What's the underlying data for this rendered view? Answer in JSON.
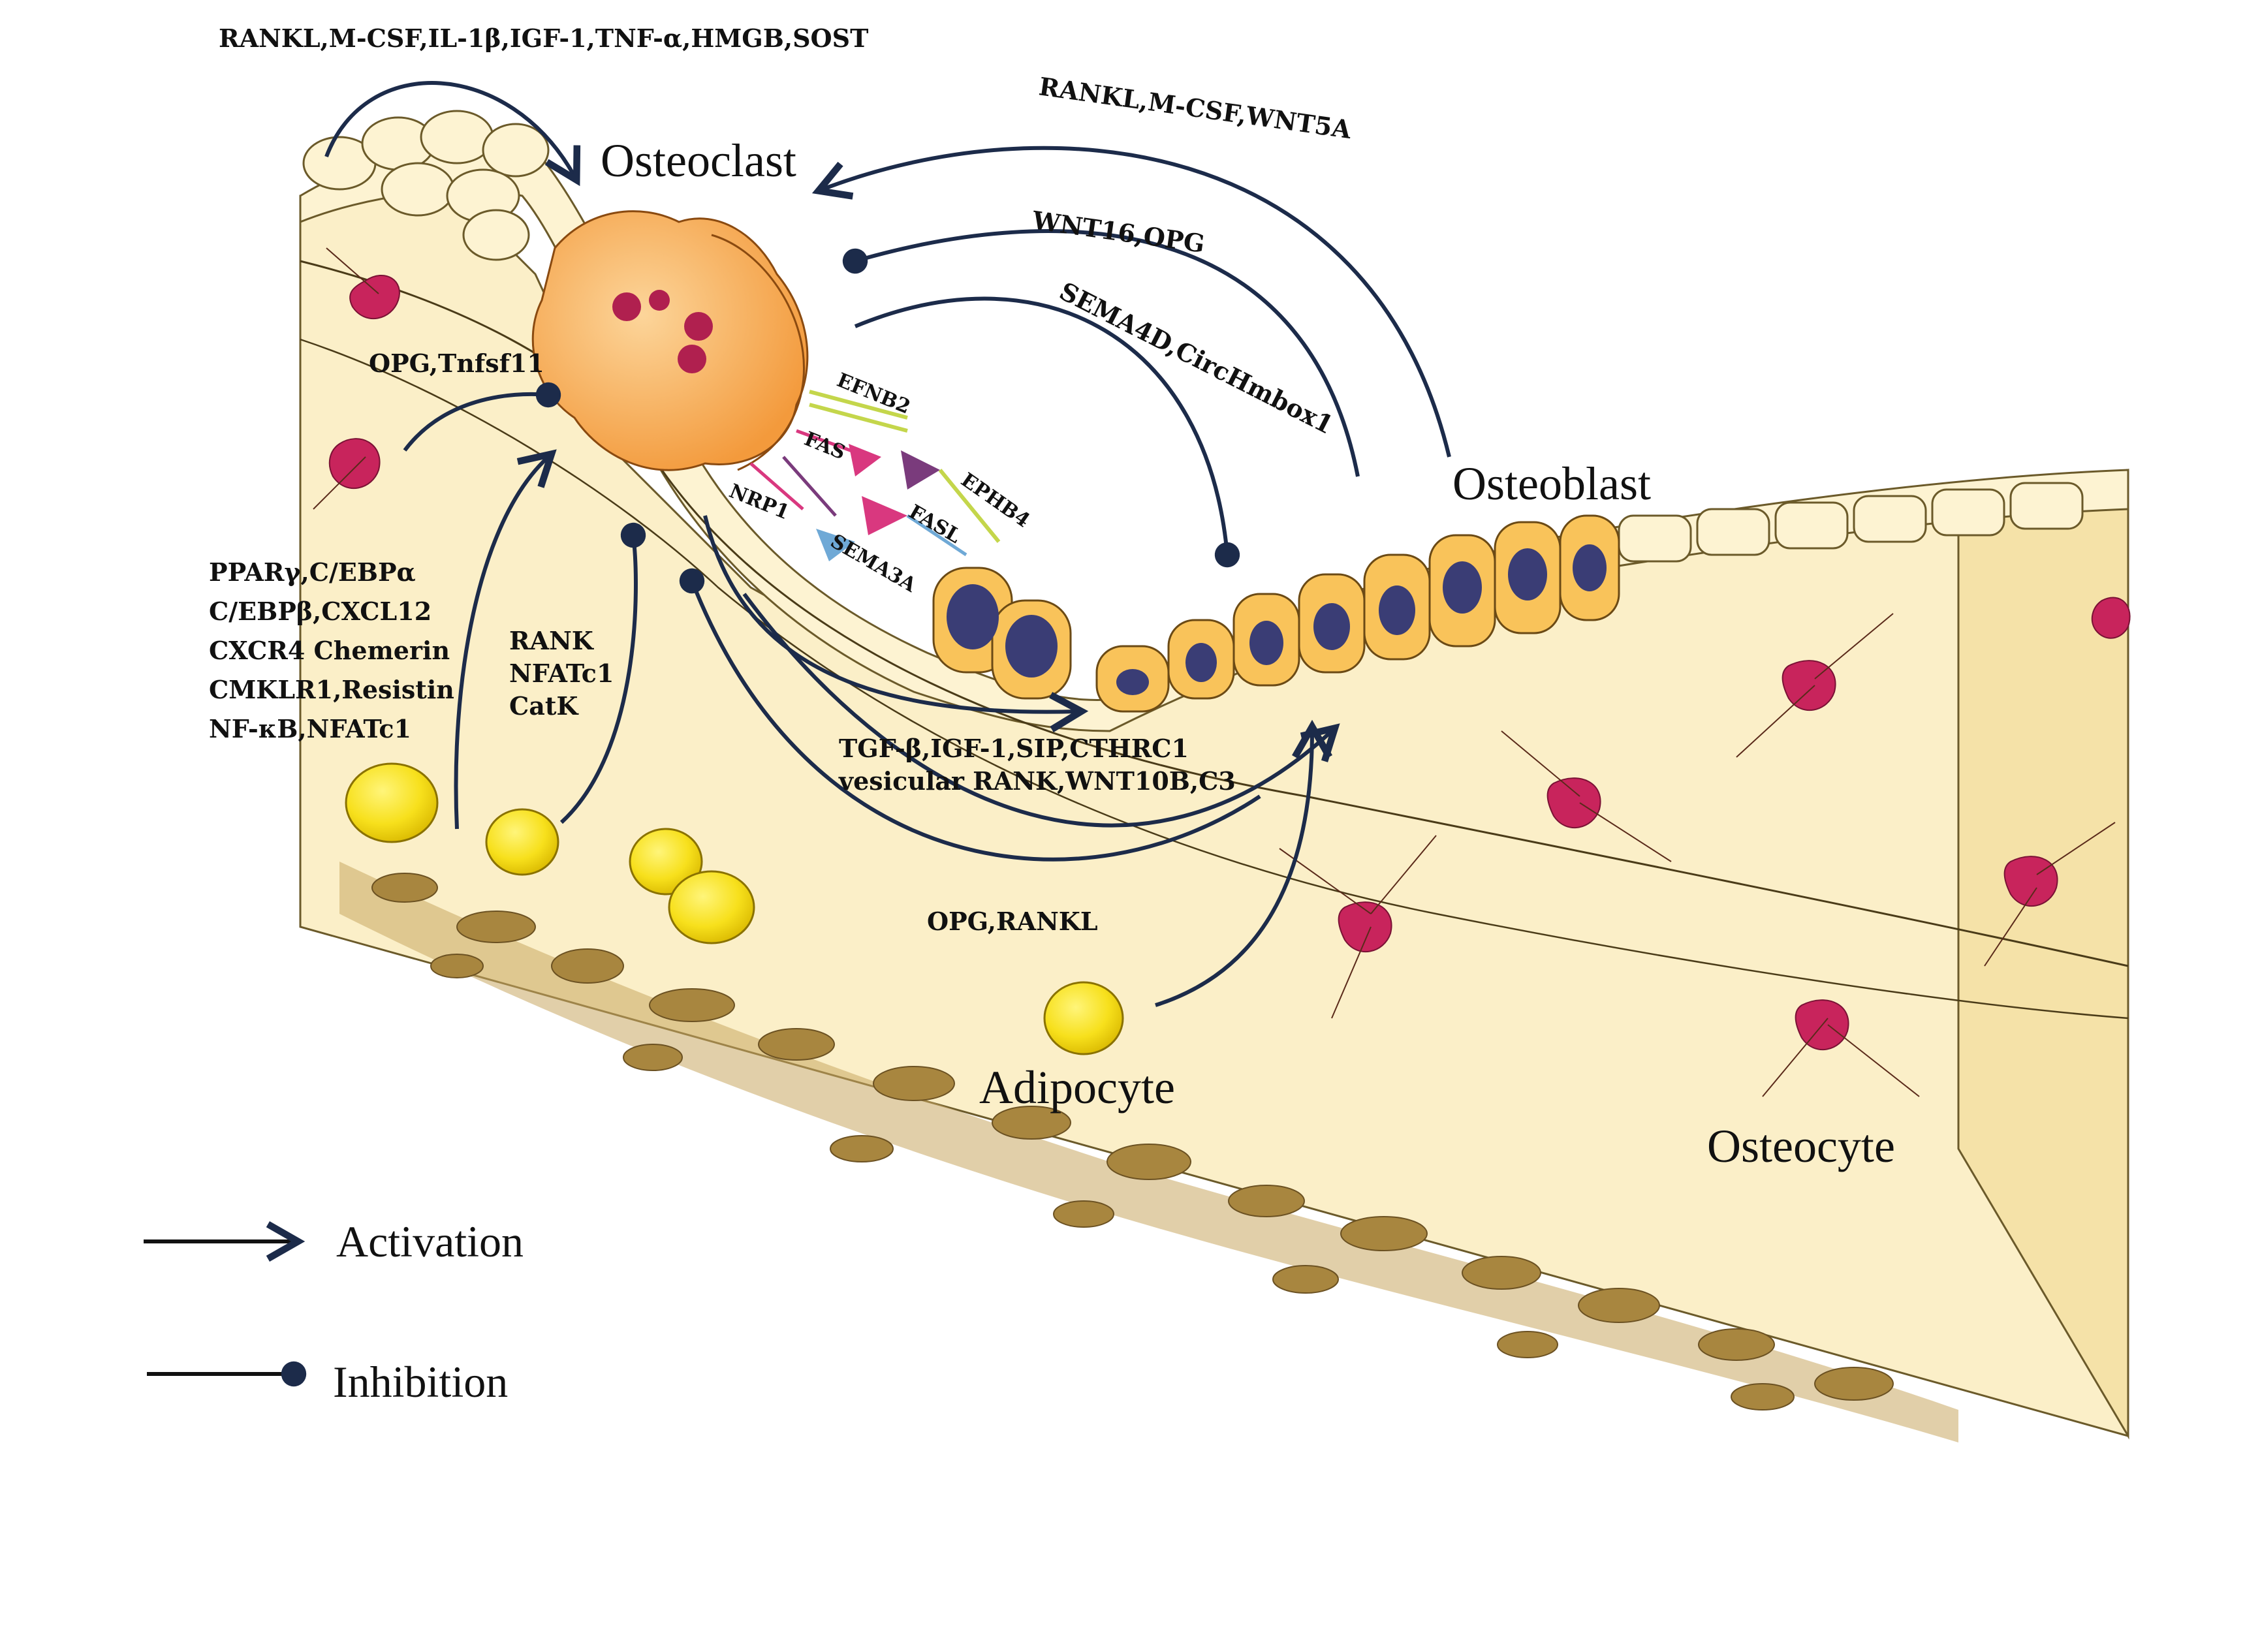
{
  "colors": {
    "tissue": "#fbefc8",
    "tissue_dark": "#f1d690",
    "bone_top": "#fdf3d2",
    "marrow": "#c9a862",
    "marrow_dark": "#8a6a2e",
    "osteoclast": "#f7b45e",
    "osteoclast_light": "#fcd59a",
    "osteoblast": "#f9c35a",
    "nucleus": "#3a3d75",
    "osteocyte": "#c8245c",
    "adipocyte": "#f7e01c",
    "arrow": "#1c2b4a",
    "ligand_green": "#c4d64b",
    "ligand_pink": "#d9387f",
    "ligand_purple": "#7a3b7c",
    "ligand_blue": "#6fa9d6"
  },
  "cells": {
    "osteoclast": "Osteoclast",
    "osteoblast": "Osteoblast",
    "osteocyte": "Osteocyte",
    "adipocyte": "Adipocyte"
  },
  "labels": {
    "top_factors": "RANKL,M-CSF,IL-1β,IGF-1,TNF-α,HMGB,SOST",
    "ob_to_oc_activate": "RANKL,M-CSF,WNT5A",
    "ob_to_oc_inhibit": "WNT16,OPG",
    "sema": "SEMA4D,CircHmbox1",
    "opg_tnfsf11": "OPG,Tnfsf11",
    "adipo_list": [
      "PPARγ,C/EBPα",
      "C/EBPβ,CXCL12",
      "CXCR4 Chemerin",
      "CMKLR1,Resistin",
      "NF-κB,NFATc1"
    ],
    "rank_list": [
      "RANK",
      "NFATc1",
      "CatK"
    ],
    "oc_to_ob_list": [
      "TGF-β,IGF-1,SIP,CTHRC1",
      "vesicular RANK,WNT10B,C3"
    ],
    "opg_rankl": "OPG,RANKL"
  },
  "ligands": {
    "efnb2": "EFNB2",
    "fas": "FAS",
    "ephb4": "EPHB4",
    "fasl": "FASL",
    "nrp1": "NRP1",
    "sema3a": "SEMA3A"
  },
  "legend": {
    "activation": "Activation",
    "inhibition": "Inhibition"
  }
}
